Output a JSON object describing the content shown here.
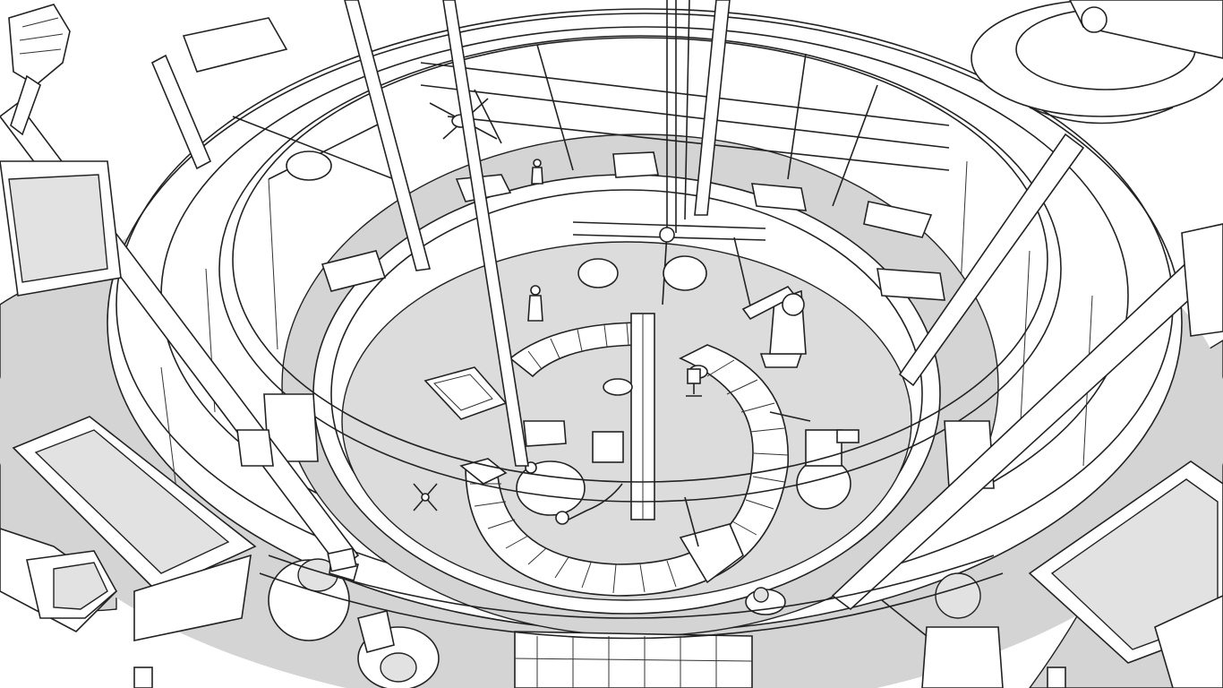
{
  "scene": {
    "style": "black-and-white line illustration",
    "palette": {
      "line": "#222222",
      "paper": "#ffffff",
      "floor_gray": "#d4d4d4",
      "light_gray": "#e2e2e2"
    },
    "objects": [
      "circular-atrium",
      "spiral-staircase",
      "overhead-surgical-lamps",
      "industrial-robot-arm",
      "drones",
      "hospital-beds",
      "standing-figures"
    ]
  }
}
